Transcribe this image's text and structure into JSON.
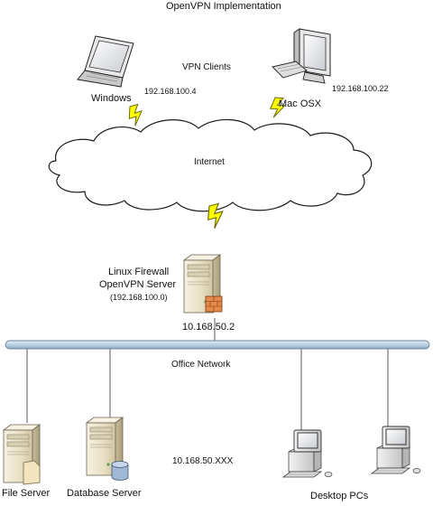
{
  "title": "OpenVPN Implementation",
  "vpn_clients_label": "VPN Clients",
  "clients": [
    {
      "name": "Windows",
      "ip": "192.168.100.4",
      "icon": "laptop-icon"
    },
    {
      "name": "Mac OSX",
      "ip": "192.168.100.22",
      "icon": "desktop-monitor-icon"
    }
  ],
  "internet_label": "Internet",
  "firewall": {
    "line1": "Linux Firewall",
    "line2": "OpenVPN Server",
    "vpn_subnet": "(192.168.100.0)",
    "lan_ip": "10.168.50.2",
    "icon": "server-tower-icon"
  },
  "office_network_label": "Office Network",
  "lan_hosts_label": "10.168.50.XXX",
  "servers": [
    {
      "name": "File Server",
      "icon": "file-server-icon"
    },
    {
      "name": "Database Server",
      "icon": "database-server-icon"
    }
  ],
  "desktops_label": "Desktop PCs",
  "colors": {
    "backbone": "#bcd3e6",
    "lightning": "#ffff00",
    "server_beige": "#eee6cd"
  }
}
